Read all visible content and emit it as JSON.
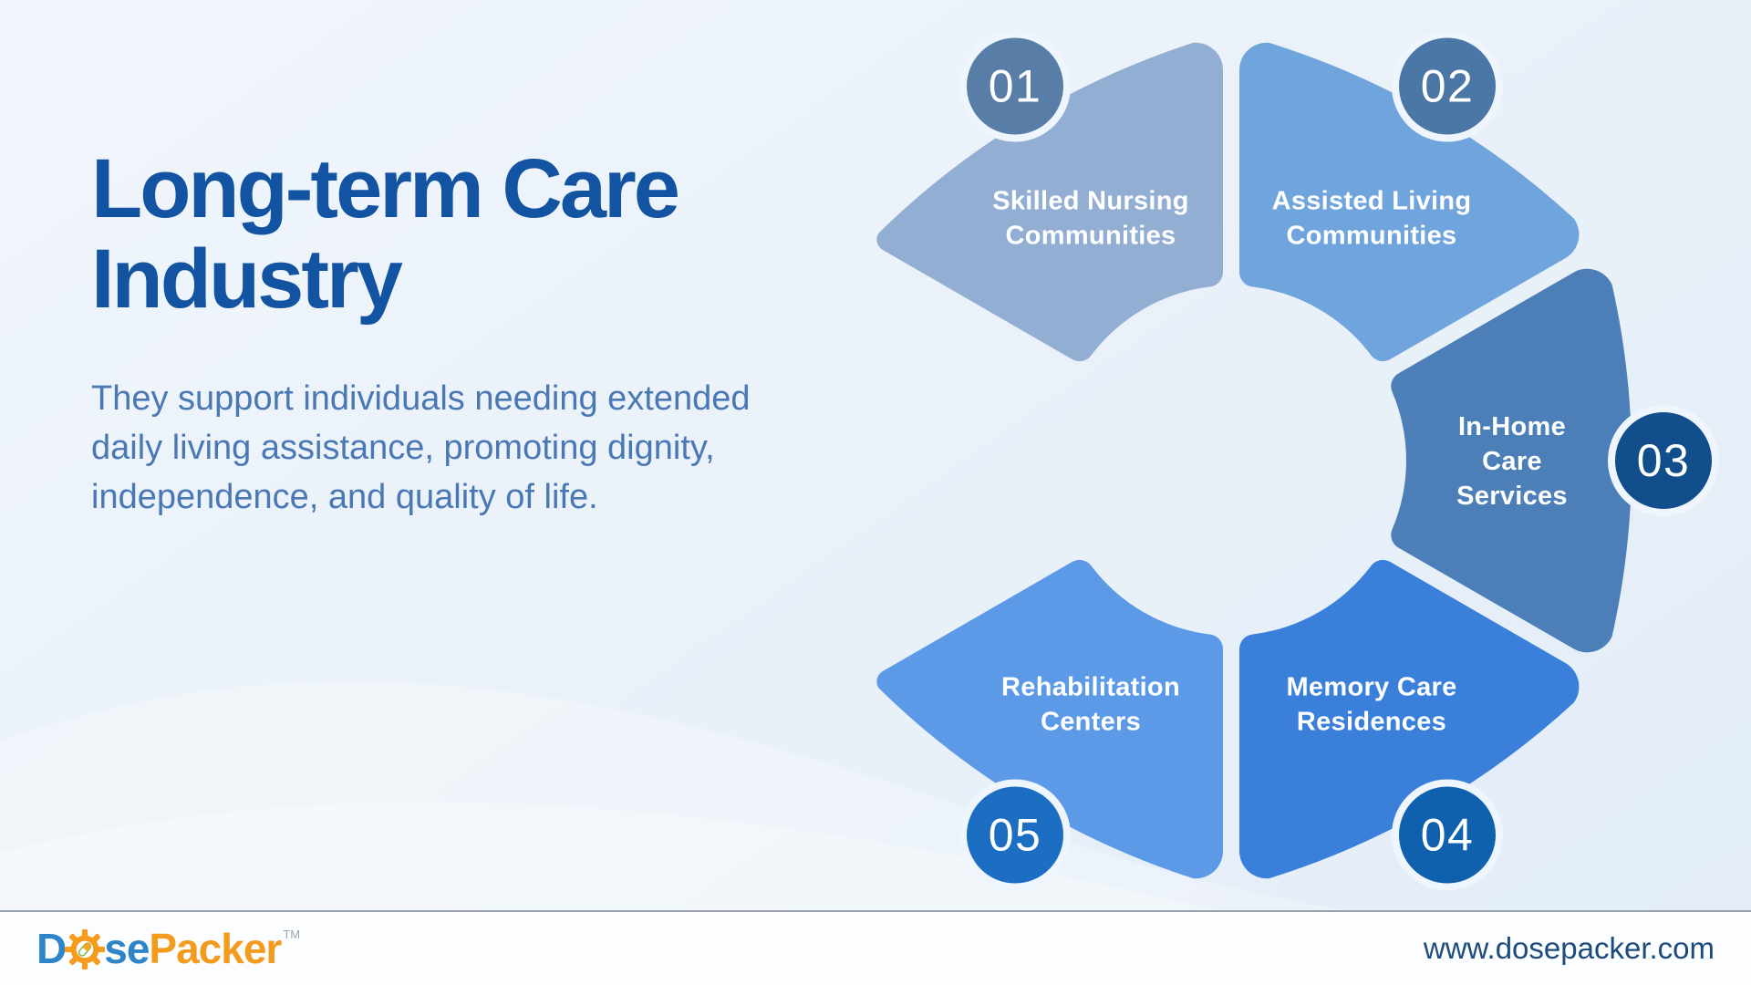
{
  "header": {
    "title_line1": "Long-term Care",
    "title_line2": "Industry",
    "title_color": "#1253A2",
    "description": "They support individuals needing extended daily living assistance, promoting dignity, independence, and quality of life.",
    "description_color": "#4A78B5"
  },
  "diagram": {
    "label_color": "#FFFFFF",
    "badge_ring_color": "#EFF5FC",
    "badge_text_color": "#FFFFFF",
    "segments": [
      {
        "num": "01",
        "label": "Skilled Nursing Communities",
        "label_lines": [
          "Skilled Nursing",
          "Communities"
        ],
        "petal_color": "#92AFD3",
        "badge_color": "#587EA8"
      },
      {
        "num": "02",
        "label": "Assisted Living Communities",
        "label_lines": [
          "Assisted Living",
          "Communities"
        ],
        "petal_color": "#70A4DC",
        "badge_color": "#4B77A6"
      },
      {
        "num": "03",
        "label": "In-Home Care Services",
        "label_lines": [
          "In-Home",
          "Care",
          "Services"
        ],
        "petal_color": "#4C7FB8",
        "badge_color": "#134E8C"
      },
      {
        "num": "04",
        "label": "Memory Care Residences",
        "label_lines": [
          "Memory Care",
          "Residences"
        ],
        "petal_color": "#3A80DB",
        "badge_color": "#0F61AE"
      },
      {
        "num": "05",
        "label": "Rehabilitation Centers",
        "label_lines": [
          "Rehabilitation",
          "Centers"
        ],
        "petal_color": "#5C99E7",
        "badge_color": "#1C6EC3"
      }
    ]
  },
  "footer": {
    "logo": {
      "d": "D",
      "se": "se",
      "packer": "Packer",
      "trademark": "TM",
      "blue_color": "#2E86C9",
      "orange_color": "#F29B1D"
    },
    "website": "www.dosepacker.com",
    "website_color": "#1C4B7D"
  }
}
